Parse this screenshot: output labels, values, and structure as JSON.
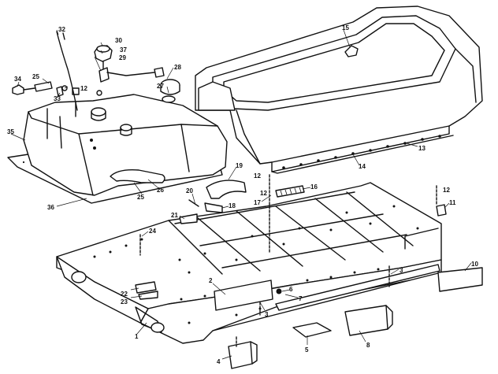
{
  "callouts": {
    "c1": "1",
    "c2": "2",
    "c3a": "3",
    "c3b": "3",
    "c4": "4",
    "c5": "5",
    "c6": "6",
    "c7": "7",
    "c8": "8",
    "c10": "10",
    "c11": "11",
    "c12a": "12",
    "c12b": "12",
    "c12c": "12",
    "c13": "13",
    "c14": "14",
    "c15": "15",
    "c16": "16",
    "c17": "17",
    "c18": "18",
    "c19": "19",
    "c20": "20",
    "c21": "21",
    "c22": "22",
    "c23": "23",
    "c24": "24",
    "c25a": "25",
    "c25b": "25",
    "c26": "26",
    "c27": "27",
    "c28": "28",
    "c29": "29",
    "c30": "30",
    "c32": "32",
    "c33": "33",
    "c34": "34",
    "c35": "35",
    "c36": "36",
    "c37": "37"
  }
}
